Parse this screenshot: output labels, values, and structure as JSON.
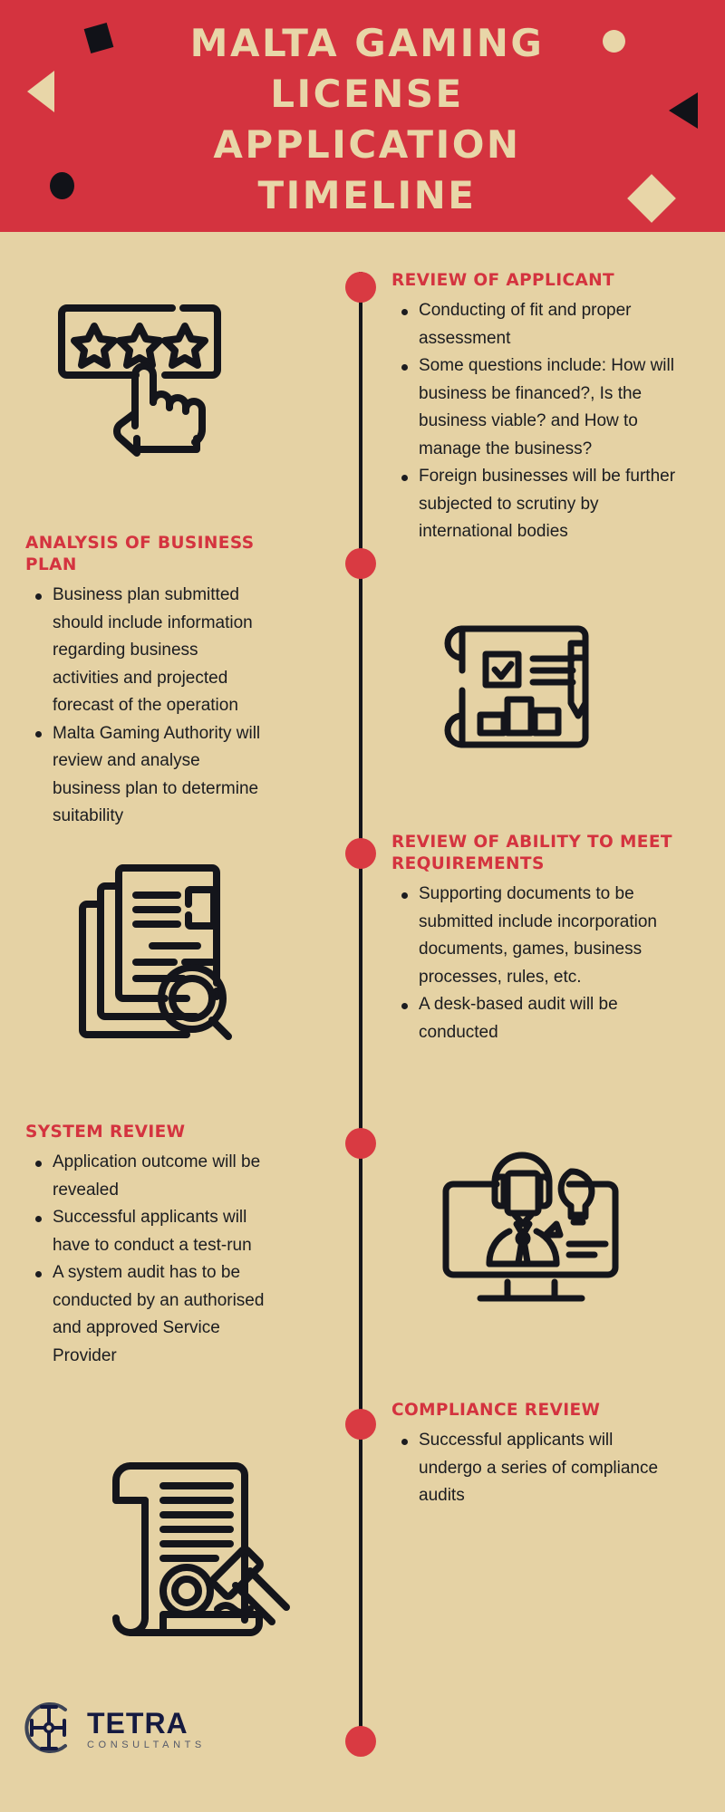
{
  "colors": {
    "brand_red": "#d4333f",
    "beige_background": "#e5d2a4",
    "ink_black": "#14151b",
    "logo_navy": "#151a40"
  },
  "header": {
    "title_line_1": "MALTA GAMING",
    "title_line_2": "LICENSE",
    "title_line_3": "APPLICATION",
    "title_line_4": "TIMELINE",
    "decorations": [
      "square-black",
      "triangle-beige",
      "circle-black",
      "circle-beige",
      "triangle-black",
      "diamond-beige"
    ]
  },
  "timeline": {
    "steps": [
      {
        "id": "review-of-applicant",
        "side": "right",
        "heading": "REVIEW OF APPLICANT",
        "icon": "blueprint-checklist-icon",
        "bullets": [
          "Conducting of fit and proper assessment",
          "Some questions include: How will business be financed?, Is the business viable? and How to manage the business?",
          "Foreign businesses will be further subjected to scrutiny by international bodies"
        ]
      },
      {
        "id": "analysis-of-business-plan",
        "side": "left",
        "heading": "ANALYSIS OF BUSINESS PLAN",
        "icon": "star-rating-click-icon",
        "bullets": [
          "Business plan submitted should include information regarding business activities and projected forecast of the operation",
          "Malta Gaming Authority will review and analyse business plan to determine suitability"
        ]
      },
      {
        "id": "review-of-ability-to-meet-requirements",
        "side": "right",
        "heading": "REVIEW OF ABILITY TO MEET REQUIREMENTS",
        "icon": "documents-magnifier-icon",
        "bullets": [
          "Supporting documents to be submitted include incorporation documents, games, business processes, rules, etc.",
          "A desk-based audit will be conducted"
        ]
      },
      {
        "id": "system-review",
        "side": "left",
        "heading": "SYSTEM REVIEW",
        "icon": "monitor-support-agent-icon",
        "bullets": [
          "Application outcome will be revealed",
          "Successful applicants will have to conduct a test-run",
          "A system audit has to be conducted by an authorised and approved Service Provider"
        ]
      },
      {
        "id": "compliance-review",
        "side": "right",
        "heading": "COMPLIANCE REVIEW",
        "icon": "scroll-gavel-icon",
        "bullets": [
          "Successful applicants will undergo a series of compliance audits"
        ]
      }
    ]
  },
  "footer": {
    "logo_mark": "tetra-compass-icon",
    "logo_name": "TETRA",
    "logo_tagline": "CONSULTANTS"
  }
}
